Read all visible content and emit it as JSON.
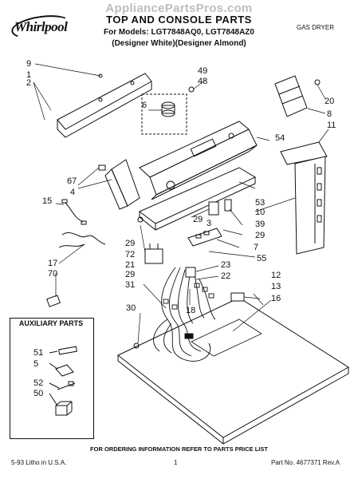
{
  "header": {
    "watermark": "AppliancePartsPros.com",
    "brand": "Whirlpool",
    "title": "TOP AND CONSOLE PARTS",
    "models": "For Models: LGT7848AQ0, LGT7848AZ0",
    "colors": "(Designer White)(Designer Almond)",
    "product_type": "GAS DRYER"
  },
  "callouts": [
    {
      "id": "9",
      "text": "9"
    },
    {
      "id": "1",
      "text": "1"
    },
    {
      "id": "2",
      "text": "2"
    },
    {
      "id": "6",
      "text": "6"
    },
    {
      "id": "49",
      "text": "49"
    },
    {
      "id": "48",
      "text": "48"
    },
    {
      "id": "20",
      "text": "20"
    },
    {
      "id": "8",
      "text": "8"
    },
    {
      "id": "11",
      "text": "11"
    },
    {
      "id": "54",
      "text": "54"
    },
    {
      "id": "67",
      "text": "67"
    },
    {
      "id": "4",
      "text": "4"
    },
    {
      "id": "15",
      "text": "15"
    },
    {
      "id": "53",
      "text": "53"
    },
    {
      "id": "10",
      "text": "10"
    },
    {
      "id": "29a",
      "text": "29"
    },
    {
      "id": "3",
      "text": "3"
    },
    {
      "id": "39",
      "text": "39"
    },
    {
      "id": "29b",
      "text": "29"
    },
    {
      "id": "29c",
      "text": "29"
    },
    {
      "id": "7",
      "text": "7"
    },
    {
      "id": "72",
      "text": "72"
    },
    {
      "id": "55",
      "text": "55"
    },
    {
      "id": "17",
      "text": "17"
    },
    {
      "id": "21",
      "text": "21"
    },
    {
      "id": "23",
      "text": "23"
    },
    {
      "id": "70",
      "text": "70"
    },
    {
      "id": "29d",
      "text": "29"
    },
    {
      "id": "22",
      "text": "22"
    },
    {
      "id": "31",
      "text": "31"
    },
    {
      "id": "12",
      "text": "12"
    },
    {
      "id": "13",
      "text": "13"
    },
    {
      "id": "18",
      "text": "18"
    },
    {
      "id": "16",
      "text": "16"
    },
    {
      "id": "30",
      "text": "30"
    }
  ],
  "auxiliary": {
    "title": "AUXILIARY PARTS",
    "items": [
      {
        "text": "51"
      },
      {
        "text": "5"
      },
      {
        "text": "52"
      },
      {
        "text": "50"
      }
    ]
  },
  "footer": {
    "notice": "FOR ORDERING INFORMATION REFER TO PARTS PRICE LIST",
    "litho": "5-93 Litho in U.S.A.",
    "page": "1",
    "part_no": "Part No. 4677371 Rev.A"
  }
}
